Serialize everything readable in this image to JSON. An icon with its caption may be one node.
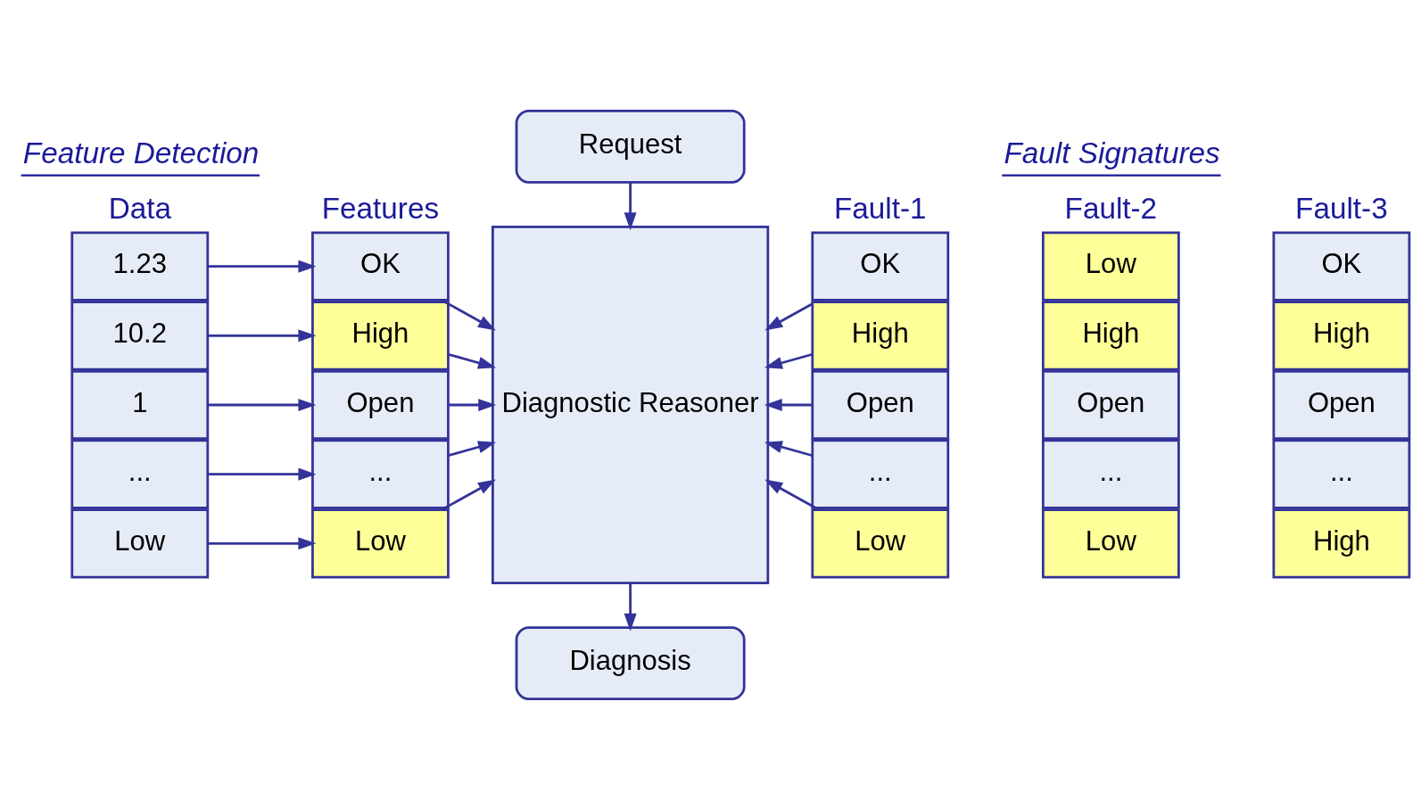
{
  "diagram": {
    "nodes": [
      {
        "text": [
          "Request"
        ]
      },
      {
        "text": [
          "Diagnostic Reasoner"
        ]
      },
      {
        "text": [
          "Diagnosis"
        ]
      },
      {
        "text": [
          "1.23"
        ]
      },
      {
        "text": [
          "10.2"
        ]
      },
      {
        "text": [
          "1"
        ]
      },
      {
        "text": [
          "..."
        ]
      },
      {
        "text": [
          "Low"
        ]
      },
      {
        "text": [
          "OK"
        ]
      },
      {
        "text": [
          "High"
        ]
      },
      {
        "text": [
          "Open"
        ]
      },
      {
        "text": [
          "..."
        ]
      },
      {
        "text": [
          "Low"
        ]
      },
      {
        "text": [
          "OK"
        ]
      },
      {
        "text": [
          "High"
        ]
      },
      {
        "text": [
          "Open"
        ]
      },
      {
        "text": [
          "..."
        ]
      },
      {
        "text": [
          "Low"
        ]
      },
      {
        "text": [
          "Low"
        ]
      },
      {
        "text": [
          "High"
        ]
      },
      {
        "text": [
          "Open"
        ]
      },
      {
        "text": [
          "..."
        ]
      },
      {
        "text": [
          "Low"
        ]
      },
      {
        "text": [
          "OK"
        ]
      },
      {
        "text": [
          "High"
        ]
      },
      {
        "text": [
          "Open"
        ]
      },
      {
        "text": [
          "..."
        ]
      },
      {
        "text": [
          "High"
        ]
      }
    ],
    "edges": [
      {
        "from": 0,
        "to": 1,
        "arrow": "to"
      },
      {
        "from": 1,
        "to": 2,
        "arrow": "to"
      },
      {
        "from": 3,
        "to": 8,
        "arrow": "to"
      },
      {
        "from": 4,
        "to": 9,
        "arrow": "to"
      },
      {
        "from": 5,
        "to": 10,
        "arrow": "to"
      },
      {
        "from": 6,
        "to": 11,
        "arrow": "to"
      },
      {
        "from": 7,
        "to": 12,
        "arrow": "to"
      },
      {
        "from": 8,
        "to": 1,
        "arrow": "to"
      },
      {
        "from": 9,
        "to": 1,
        "arrow": "to"
      },
      {
        "from": 10,
        "to": 1,
        "arrow": "to"
      },
      {
        "from": 11,
        "to": 1,
        "arrow": "to"
      },
      {
        "from": 12,
        "to": 1,
        "arrow": "to"
      },
      {
        "from": 13,
        "to": 1,
        "arrow": "to"
      },
      {
        "from": 14,
        "to": 1,
        "arrow": "to"
      },
      {
        "from": 15,
        "to": 1,
        "arrow": "to"
      },
      {
        "from": 16,
        "to": 1,
        "arrow": "to"
      },
      {
        "from": 17,
        "to": 1,
        "arrow": "to"
      }
    ],
    "labels": [
      "Feature Detection",
      "Fault Signatures",
      "Data",
      "Features",
      "Fault-1",
      "Fault-2",
      "Fault-3"
    ]
  }
}
